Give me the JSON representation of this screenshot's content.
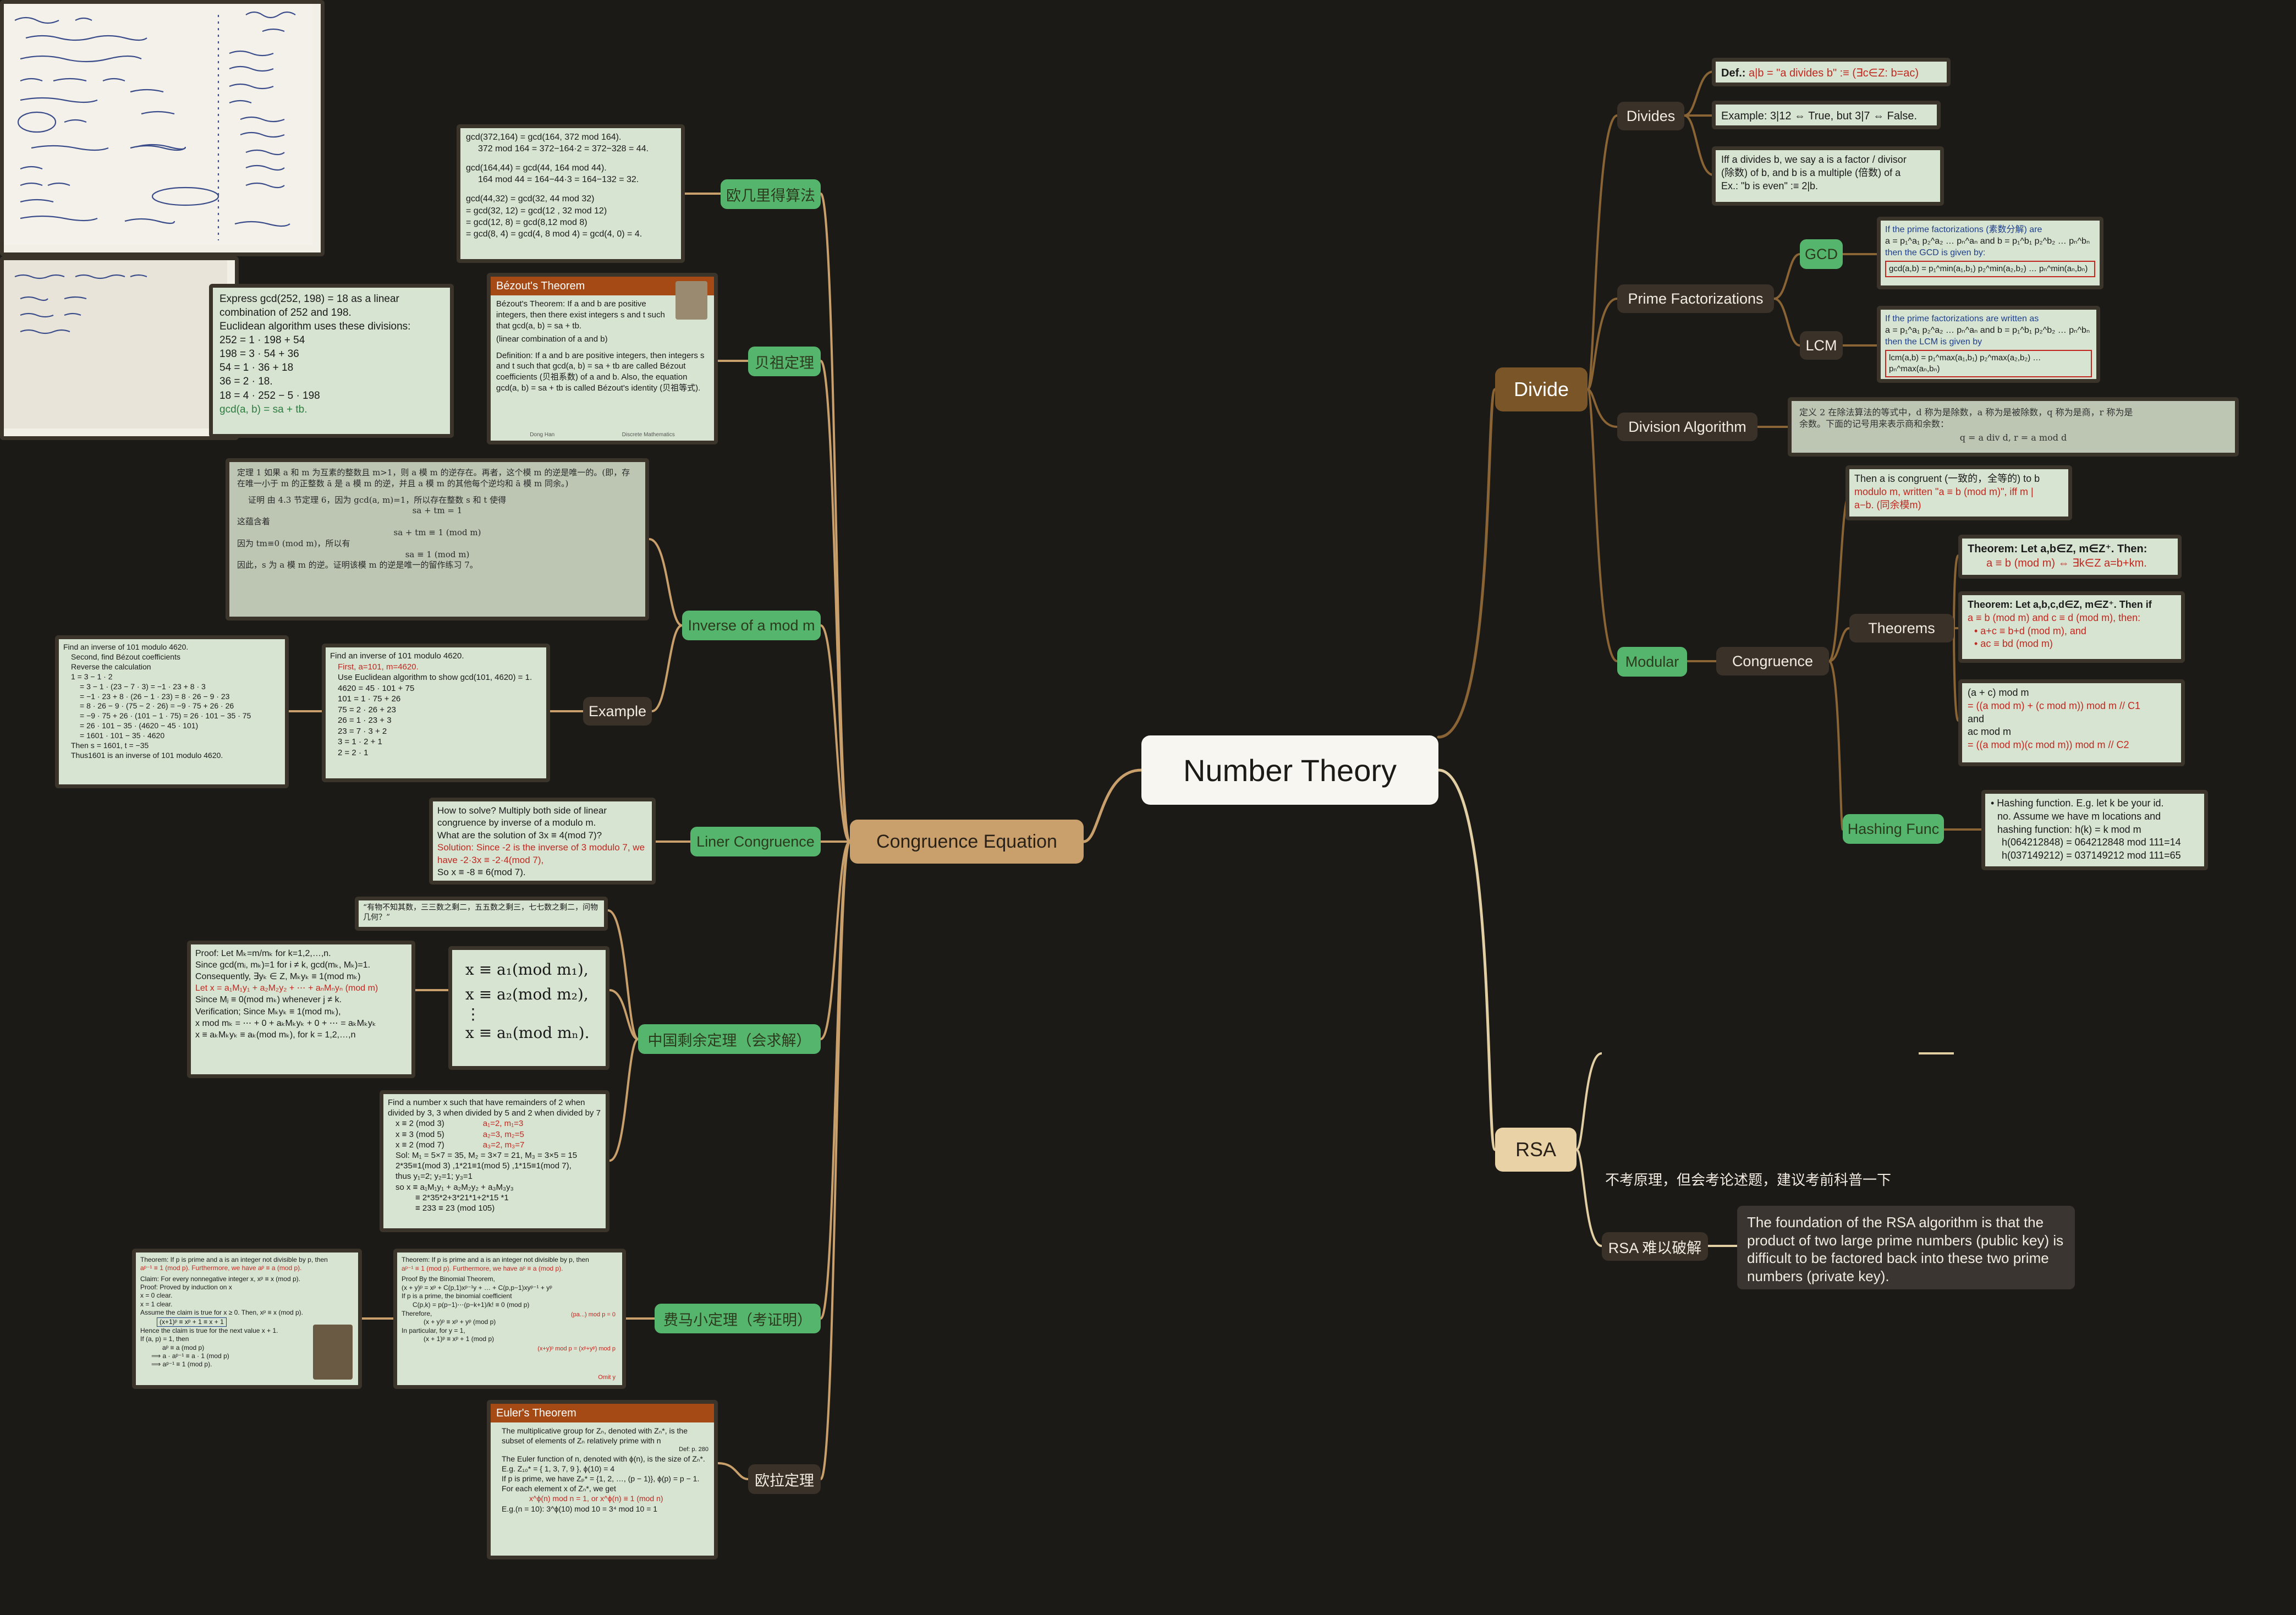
{
  "central": {
    "label": "Number Theory"
  },
  "divide": {
    "label": "Divide",
    "divides": {
      "label": "Divides",
      "def_prefix": "Def.: ",
      "def_text": "a|b  = \"a divides b\" :≡ (∃c∈Z: b=ac)",
      "example_text": "Example: 3|12 ⇔ True, but 3|7 ⇔ False.",
      "iff_line1": "Iff a divides b, we say a is a factor / divisor",
      "iff_line2": "(除数) of b, and b is a multiple (倍数) of a",
      "iff_line3": "Ex.: \"b is even\" :≡ 2|b."
    },
    "prime_fact": {
      "label": "Prime Factorizations",
      "gcd_label": "GCD",
      "gcd_line1": "If the prime factorizations (素数分解) are",
      "gcd_line2": "a = p₁^a₁ p₂^a₂ … pₙ^aₙ  and  b = p₁^b₁ p₂^b₂ … pₙ^bₙ",
      "gcd_line3": "then the GCD is given by:",
      "gcd_formula": "gcd(a,b) = p₁^min(a₁,b₁) p₂^min(a₂,b₂) … pₙ^min(aₙ,bₙ)",
      "lcm_label": "LCM",
      "lcm_line1": "If the prime factorizations are written as",
      "lcm_line2": "a = p₁^a₁ p₂^a₂ … pₙ^aₙ  and  b = p₁^b₁ p₂^b₂ … pₙ^bₙ",
      "lcm_line3": "then the LCM is given by",
      "lcm_formula": "lcm(a,b) = p₁^max(a₁,b₁) p₂^max(a₂,b₂) … pₙ^max(aₙ,bₙ)"
    },
    "division_algo": {
      "label": "Division Algorithm",
      "line1": "定义 2  在除法算法的等式中，d 称为是除数，a 称为是被除数，q 称为是商，r 称为是",
      "line2": "余数。下面的记号用来表示商和余数：",
      "line3": "q = a div d,      r = a mod d"
    },
    "modular": {
      "label": "Modular",
      "congruence_label": "Congruence",
      "def_line1": "Then a is congruent (一致的，全等的) to b",
      "def_line2": "modulo m, written \"a ≡ b (mod m)\", iff m |",
      "def_line3": "a−b. (同余模m)",
      "theorems_label": "Theorems",
      "thm1_line1": "Theorem:  Let a,b∈Z, m∈Z⁺.  Then:",
      "thm1_line2": "a ≡ b (mod m) ⇔ ∃k∈Z a=b+km.",
      "thm2_line1": "Theorem:  Let a,b,c,d∈Z, m∈Z⁺.  Then if",
      "thm2_line2": "a ≡ b (mod m) and c ≡ d (mod m), then:",
      "thm2_line3": "• a+c ≡ b+d (mod m), and",
      "thm2_line4": "• ac ≡ bd (mod m)",
      "thm3_line1": "(a + c) mod m",
      "thm3_line2": "= ((a mod m) + (c mod m)) mod m      // C1",
      "thm3_line3": "and",
      "thm3_line4": "ac mod m",
      "thm3_line5": "= ((a mod m)(c mod m)) mod m         // C2",
      "hash_label": "Hashing Func",
      "hash_line1": "• Hashing function. E.g. let k be your id.",
      "hash_line2": "no. Assume we have m locations and",
      "hash_line3": "hashing function: h(k) = k mod m",
      "hash_line4": "h(064212848) = 064212848 mod 111=14",
      "hash_line5": "h(037149212) = 037149212 mod 111=65"
    }
  },
  "rsa": {
    "label": "RSA",
    "note_caption": "不考原理，但会考论述题，建议考前科普一下",
    "hard_label": "RSA 难以破解",
    "hard_text": "The foundation of the RSA algorithm is that the product of two large prime numbers (public key) is difficult to be factored back into these two prime numbers (private key)."
  },
  "congruence_eq": {
    "label": "Congruence Equation",
    "euclid": {
      "label": "欧几里得算法",
      "l1": "gcd(372,164) = gcd(164, 372 mod 164).",
      "l2": "372 mod 164 = 372−164·2 = 372−328 = 44.",
      "l3": "gcd(164,44) = gcd(44, 164 mod 44).",
      "l4": "164 mod 44 = 164−44·3 = 164−132 = 32.",
      "l5": "gcd(44,32) = gcd(32, 44 mod 32)",
      "l6": "= gcd(32, 12) = gcd(12 , 32 mod 12)",
      "l7": "= gcd(12, 8) = gcd(8,12 mod 8)",
      "l8": "= gcd(8, 4) = gcd(4, 8 mod 4) = gcd(4, 0) = 4."
    },
    "bezout": {
      "label": "贝祖定理",
      "ex1": "Express gcd(252, 198) = 18 as a linear combination of 252 and 198.",
      "ex2": "Euclidean algorithm uses these divisions:",
      "ex3": "252 = 1 · 198 + 54",
      "ex4": "198 = 3 · 54 + 36",
      "ex5": "54 = 1 · 36 + 18",
      "ex6": "36 = 2 · 18.",
      "ex7": "18 = 4 · 252 − 5 · 198",
      "ex8": "gcd(a, b) = sa + tb.",
      "title": "Bézout's Theorem",
      "t1": "Bézout's Theorem: If a and b are positive integers, then there exist integers s and t such that gcd(a, b) = sa + tb.",
      "t2": "(linear combination of a and b)",
      "t3": "Definition: If a and b are positive integers, then integers s and t such that gcd(a, b) = sa + tb are called Bézout coefficients (贝祖系数) of a and b. Also, the equation gcd(a, b) = sa + tb is called Bézout's identity (贝祖等式).",
      "footer_l": "Dong Han",
      "footer_r": "Discrete Mathematics"
    },
    "inverse": {
      "label": "Inverse of a mod m",
      "scan1": "定理 1  如果 a 和 m 为互素的整数且 m>1，则 a 模 m 的逆存在。再者，这个模 m 的逆是唯一的。(即，存在唯一小于 m 的正整数 ā 是 a 模 m 的逆，并且 a 模 m 的其他每个逆均和 ā 模 m 同余。)",
      "scan2": "证明  由 4.3 节定理 6，因为 gcd(a, m)=1，所以存在整数 s 和 t 使得",
      "scan3": "sa + tm = 1",
      "scan4": "这蕴含着",
      "scan5": "sa + tm ≡ 1 (mod m)",
      "scan6": "因为 tm≡0 (mod m)，所以有",
      "scan7": "sa ≡ 1 (mod m)",
      "scan8": "因此，s 为 a 模 m 的逆。证明该模 m 的逆是唯一的留作练习 7。",
      "example_label": "Example",
      "exA1": "Find an inverse of 101 modulo 4620.",
      "exA2": "Second, find Bézout coefficients",
      "exA3": "Reverse the calculation",
      "exA4": "1 = 3 − 1 · 2",
      "exA5": "= 3 − 1 · (23 − 7 · 3) = −1 · 23 + 8 · 3",
      "exA6": "= −1 · 23 + 8 · (26 − 1 · 23) = 8 · 26 − 9 · 23",
      "exA7": "= 8 · 26 − 9 · (75 − 2 · 26) = −9 · 75 + 26 · 26",
      "exA8": "= −9 · 75 + 26 · (101 − 1 · 75) = 26 · 101 − 35 · 75",
      "exA9": "= 26 · 101 − 35 · (4620 − 45 · 101)",
      "exA10": "= 1601 · 101 − 35 · 4620",
      "exA11": "Then s = 1601, t = −35",
      "exA12": "Thus1601 is an inverse of 101 modulo 4620.",
      "exB1": "Find an inverse of 101 modulo 4620.",
      "exB2": "First, a=101, m=4620.",
      "exB3": "Use Euclidean algorithm to show gcd(101, 4620) = 1.",
      "exB4": "4620 = 45 · 101 + 75",
      "exB5": "101 = 1 · 75 + 26",
      "exB6": "75 = 2 · 26 + 23",
      "exB7": "26 = 1 · 23 + 3",
      "exB8": "23 = 7 · 3 + 2",
      "exB9": "3 = 1 · 2 + 1",
      "exB10": "2 = 2 · 1"
    },
    "linear": {
      "label": "Liner Congruence",
      "l1": "How to solve? Multiply both side of linear congruence by inverse of a modulo m.",
      "l2": "What are the solution of  3x ≡ 4(mod 7)?",
      "l3": "Solution: Since -2 is the inverse of 3 modulo 7, we have -2·3x ≡ -2·4(mod 7),",
      "l4": "So x ≡ -8 ≡ 6(mod 7)."
    },
    "crt": {
      "label": "中国剩余定理（会求解）",
      "poem": "“有物不知其数，三三数之剩二，五五数之剩三，七七数之剩二，问物几何？”",
      "proof1": "Proof: Let Mₖ=m/mₖ for k=1,2,…,n.",
      "proof2": "Since gcd(mᵢ, mₖ)=1 for i ≠ k, gcd(mₖ, Mₖ)=1.",
      "proof3": "Consequently, ∃yₖ ∈ Z, Mₖyₖ ≡ 1(mod mₖ)",
      "proof4": "Let x = a₁M₁y₁ + a₂M₂y₂ + ⋯ + aₙMₙyₙ (mod m)",
      "proof5": "Since Mⱼ ≡ 0(mod mₖ) whenever j ≠ k.",
      "proof6": "Verification; Since Mₖyₖ ≡ 1(mod mₖ),",
      "proof7": "x mod mₖ = ⋯ + 0 + aₖMₖyₖ + 0 + ⋯ = aₖMₖyₖ",
      "proof8": "x ≡ aₖMₖyₖ ≡ aₖ(mod mₖ), for k = 1,2,…,n",
      "sys1": "x ≡ a₁(mod m₁),",
      "sys2": "x ≡ a₂(mod m₂),",
      "sys3": "⋮",
      "sys4": "x ≡ aₙ(mod mₙ).",
      "ex1": "Find a number x such that have remainders of 2 when divided by 3, 3 when divided by 5 and 2 when divided by 7",
      "ex2": "x ≡ 2 (mod 3)",
      "ex2r": "a₁=2, m₁=3",
      "ex3": "x ≡ 3 (mod 5)",
      "ex3r": "a₂=3, m₂=5",
      "ex4": "x ≡ 2 (mod 7)",
      "ex4r": "a₃=2, m₃=7",
      "ex5": "Sol: M₁ = 5×7 = 35, M₂ = 3×7 = 21, M₃ = 3×5 = 15",
      "ex6": "2*35≡1(mod 3) ,1*21≡1(mod 5) ,1*15≡1(mod 7),",
      "ex7": "thus y₁=2; y₂=1; y₃=1",
      "ex8": "so x ≡ a₁M₁y₁ + a₂M₂y₂ + a₃M₃y₃",
      "ex9": "≡ 2*35*2+3*21*1+2*15 *1",
      "ex10": "≡ 233 ≡ 23 (mod 105)"
    },
    "fermat": {
      "label": "费马小定理（考证明）",
      "a1": "Theorem: If p is prime and a is an integer not divisible by p, then",
      "a2": "aᵖ⁻¹ ≡ 1 (mod p). Furthermore, we have aᵖ ≡ a (mod p).",
      "a3": "Claim: For every nonnegative integer x, xᵖ ≡ x (mod p).",
      "a4": "Proof: Proved by induction on x",
      "a5": "x = 0 clear.",
      "a6": "x = 1 clear.",
      "a7": "Assume the claim is true for x ≥ 0. Then, xᵖ ≡ x (mod p).",
      "a8": "(x+1)ᵖ ≡ xᵖ + 1 ≡ x + 1",
      "a9": "Hence the claim is true for the next value x + 1.",
      "a10": "If (a, p) = 1, then",
      "a11": "aᵖ ≡ a (mod p)",
      "a12": "⟹ a · aᵖ⁻¹ ≡ a · 1 (mod p)",
      "a13": "⟹ aᵖ⁻¹ ≡ 1 (mod p).",
      "b1": "Theorem: If p is prime and a is an integer not divisible by p, then",
      "b2": "aᵖ⁻¹ ≡ 1 (mod p). Furthermore, we have aᵖ ≡ a (mod p).",
      "b3": "Proof  By the Binomial Theorem,",
      "b4": "(x + y)ᵖ = xᵖ + C(p,1)xᵖ⁻¹y + … + C(p,p−1)xyᵖ⁻¹ + yᵖ",
      "b5": "If p is a prime, the binomial coefficient",
      "b6": "C(p,k) = p(p−1)⋯(p−k+1)/k! ≡ 0  (mod p)",
      "b7": "Therefore,",
      "b8": "(x + y)ᵖ ≡ xᵖ + yᵖ  (mod p)",
      "b9": "In particular, for y = 1,",
      "b10": "(x + 1)ᵖ ≡ xᵖ + 1  (mod p)",
      "b_note1": "(pa...) mod p = 0",
      "b_note2": "(x+y)ᵖ mod p = (xᵖ+yᵖ) mod p",
      "b_note3": "Omit y"
    },
    "euler": {
      "label": "欧拉定理",
      "title": "Euler's Theorem",
      "l1": "The multiplicative group for Zₙ, denoted with Zₙ*, is the subset of elements of Zₙ relatively prime with n",
      "l1r": "Def: p. 280",
      "l2": "The Euler function of n, denoted with ϕ(n), is the size of Zₙ*. E.g. Z₁₀* = { 1, 3, 7, 9 },  ϕ(10) = 4",
      "l3": "If p is prime, we have Zₚ* = {1, 2, …, (p − 1)},  ϕ(p) = p − 1.",
      "l4": "For each element x of Zₙ*, we get",
      "l5": "x^ϕ(n) mod n = 1, or x^ϕ(n) ≡ 1 (mod n)",
      "l6": "E.g.(n = 10): 3^ϕ(10) mod 10 = 3⁴ mod 10 = 1"
    }
  }
}
